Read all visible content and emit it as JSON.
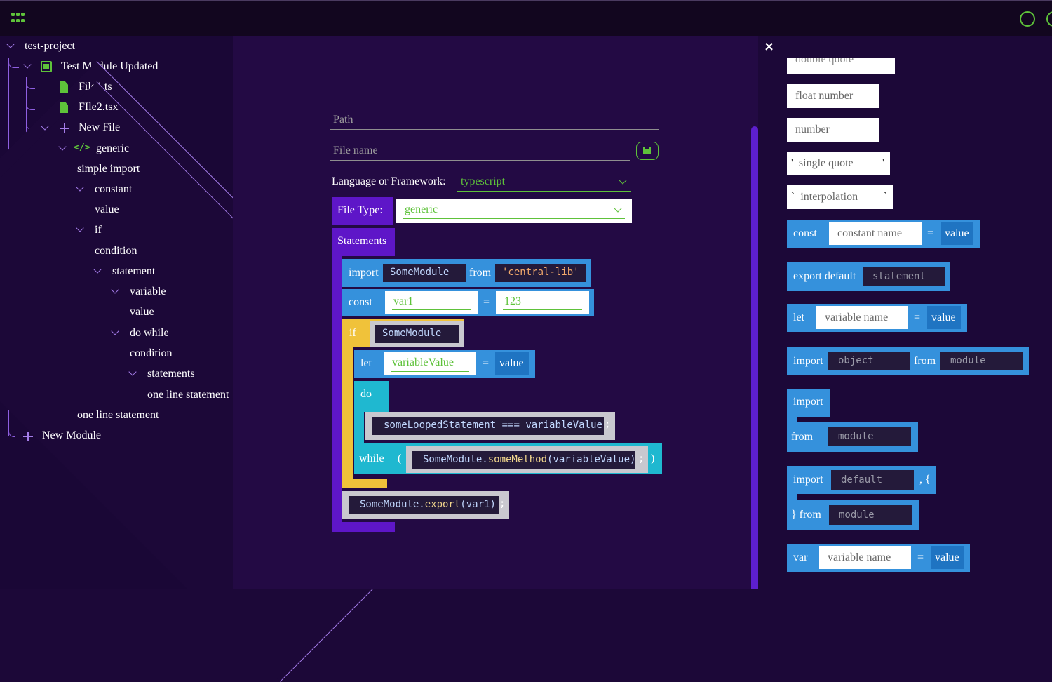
{
  "topbar": {
    "apps_icon": "apps-grid-icon",
    "status_icons": [
      "circle-icon",
      "circle-icon"
    ],
    "accent": "#5ec23a"
  },
  "sidebar": {
    "project": "test-project",
    "module": "Test Module Updated",
    "file1": "File1.ts",
    "file2": "FIle2.tsx",
    "new_file": "New File",
    "generic": "generic",
    "simple_import": "simple import",
    "constant": "constant",
    "value1": "value",
    "if": "if",
    "condition1": "condition",
    "statement": "statement",
    "variable": "variable",
    "value2": "value",
    "do_while": "do while",
    "condition2": "condition",
    "statements": "statements",
    "one_line_statement1": "one line statement",
    "one_line_statement2": "one line statement",
    "new_module": "New Module"
  },
  "editor": {
    "path_placeholder": "Path",
    "file_name_placeholder": "File name",
    "language_label": "Language or Framework:",
    "language_value": "typescript",
    "file_type_label": "File Type:",
    "file_type_value": "generic",
    "statements_label": "Statements",
    "import_kw": "import",
    "import_name": "SomeModule",
    "from_kw": "from",
    "import_module": "'central-lib'",
    "const_kw": "const",
    "const_name": "var1",
    "eq1": "=",
    "const_value": "123",
    "if_kw": "if",
    "if_cond": "SomeModule",
    "let_kw": "let",
    "let_name": "variableValue",
    "eq2": "=",
    "let_value": "value",
    "do_kw": "do",
    "loop_stmt_a": "someLoopedStatement",
    "loop_stmt_op": " === ",
    "loop_stmt_b": "variableValue",
    "semi1": ";",
    "while_kw": "while",
    "paren_open": "(",
    "while_obj": "SomeModule.",
    "while_method": "someMethod",
    "while_args": "(variableValue)",
    "semi2": ";",
    "paren_close": ")",
    "export_obj": "SomeModule.",
    "export_method": "export",
    "export_args": "(var1)",
    "semi3": ";"
  },
  "palette": {
    "close": "×",
    "double_quote": "double quote",
    "float_number": "float number",
    "number": "number",
    "sq_open": "'",
    "single_quote": "single quote",
    "sq_close": "'",
    "bt_open": "`",
    "interpolation": "interpolation",
    "bt_close": "`",
    "const_kw": "const",
    "const_name": "constant name",
    "eq1": "=",
    "const_value": "value",
    "export_default": "export default",
    "export_stmt": "statement",
    "let_kw": "let",
    "let_name": "variable name",
    "eq2": "=",
    "let_value": "value",
    "import1_kw": "import",
    "import1_obj": "object",
    "import1_from": "from",
    "import1_module": "module",
    "import2_kw": "import",
    "import2_from": "from",
    "import2_module": "module",
    "import3_kw": "import",
    "import3_default": "default",
    "import3_brace": ", {",
    "import3_from": "} from",
    "import3_module": "module",
    "var_kw": "var",
    "var_name": "variable name",
    "eq3": "=",
    "var_value": "value"
  }
}
